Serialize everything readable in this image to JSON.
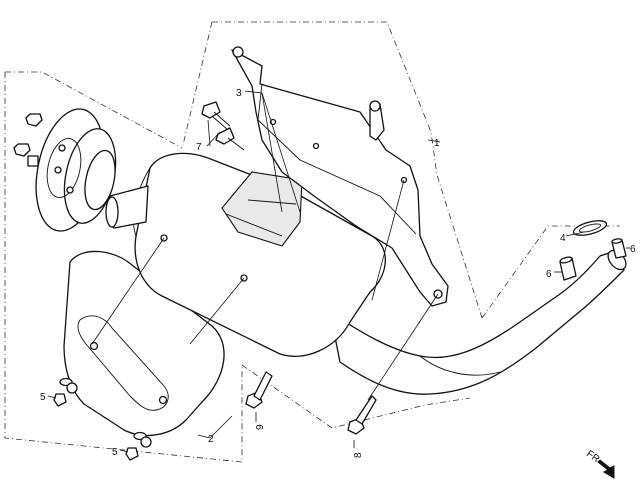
{
  "callouts": {
    "c1": "1",
    "c2": "2",
    "c3": "3",
    "c4": "4",
    "c5a": "5",
    "c5b": "5",
    "c6a": "6",
    "c6b": "6",
    "c7": "7",
    "c8": "8",
    "c9": "9"
  },
  "direction_marker": {
    "text": "FR",
    "icon": "front-direction-arrow-icon"
  }
}
